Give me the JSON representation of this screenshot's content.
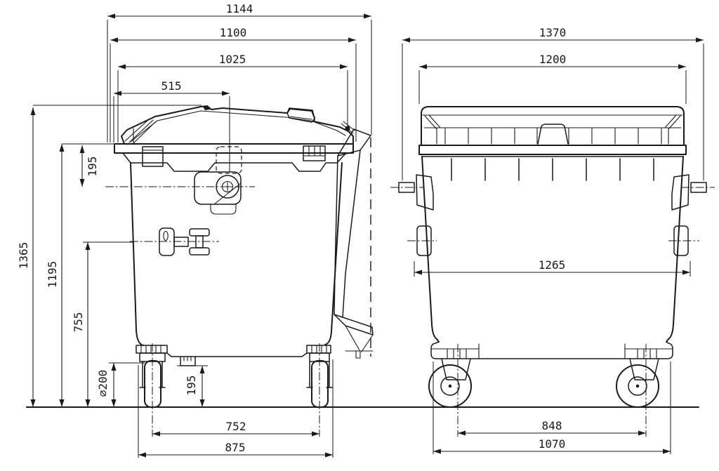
{
  "drawing": {
    "background": "#ffffff",
    "line_color": "#1a1a1a"
  },
  "dims": {
    "side": {
      "overall_length": "1144",
      "body_length": "1100",
      "lid_length": "1025",
      "lock_offset": "515",
      "total_height": "1365",
      "rim_height": "1195",
      "emblem_height": "755",
      "wheel_diameter": "⌀200",
      "lid_band_height": "195",
      "clearance_height": "195",
      "wheel_spacing": "752",
      "footprint_length": "875"
    },
    "front": {
      "overall_width": "1370",
      "lid_width": "1200",
      "body_width": "1265",
      "wheel_spacing": "848",
      "footprint_width": "1070"
    }
  }
}
